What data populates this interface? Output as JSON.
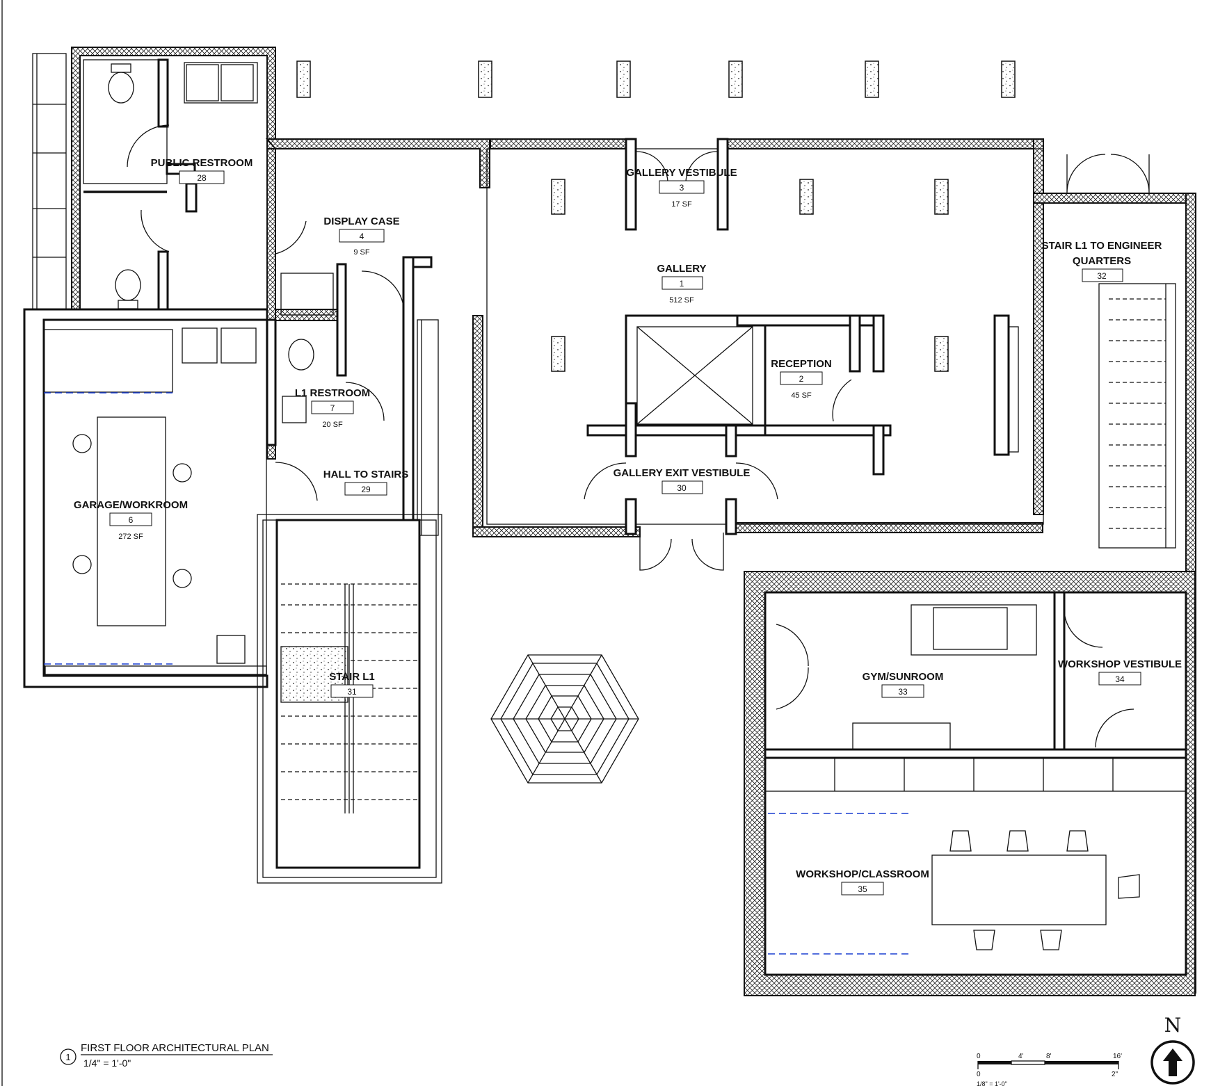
{
  "rooms": [
    {
      "name": "PUBLIC RESTROOM",
      "number": "28",
      "area": ""
    },
    {
      "name": "DISPLAY CASE",
      "number": "4",
      "area": "9 SF"
    },
    {
      "name": "GALLERY VESTIBULE",
      "number": "3",
      "area": "17 SF"
    },
    {
      "name": "GALLERY",
      "number": "1",
      "area": "512 SF"
    },
    {
      "name": "STAIR L1 TO ENGINEER",
      "name2": "QUARTERS",
      "number": "32",
      "area": ""
    },
    {
      "name": "RECEPTION",
      "number": "2",
      "area": "45 SF"
    },
    {
      "name": "L1 RESTROOM",
      "number": "7",
      "area": "20 SF"
    },
    {
      "name": "GALLERY EXIT VESTIBULE",
      "number": "30",
      "area": ""
    },
    {
      "name": "HALL TO STAIRS",
      "number": "29",
      "area": ""
    },
    {
      "name": "GARAGE/WORKROOM",
      "number": "6",
      "area": "272 SF"
    },
    {
      "name": "STAIR L1",
      "number": "31",
      "area": ""
    },
    {
      "name": "GYM/SUNROOM",
      "number": "33",
      "area": ""
    },
    {
      "name": "WORKSHOP VESTIBULE",
      "number": "34",
      "area": ""
    },
    {
      "name": "WORKSHOP/CLASSROOM",
      "number": "35",
      "area": ""
    }
  ],
  "title_block": {
    "view_number": "1",
    "title": "FIRST FLOOR ARCHITECTURAL PLAN",
    "scale": "1/4\" = 1'-0\""
  },
  "scale_bar": {
    "ticks_top": [
      "0",
      "4'",
      "8'",
      "16'"
    ],
    "ticks_bottom": [
      "0",
      "2\""
    ],
    "label": "1/8\" = 1'-0\""
  },
  "north": {
    "label": "N",
    "icon": "north-arrow-icon"
  }
}
